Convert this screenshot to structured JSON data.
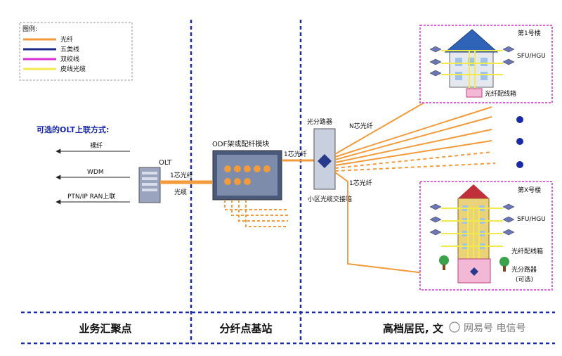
{
  "legend": {
    "title": "图例:",
    "items": [
      {
        "label": "光纤",
        "color": "#f39a3a"
      },
      {
        "label": "五类线",
        "color": "#1a2a8a"
      },
      {
        "label": "双绞线",
        "color": "#d92fd9"
      },
      {
        "label": "皮线光缆",
        "color": "#f2ea4a"
      }
    ]
  },
  "uplink": {
    "title": "可选的OLT上联方式:",
    "options": [
      "裸纤",
      "WDM",
      "PTN/IP RAN上联"
    ]
  },
  "labels": {
    "olt": "OLT",
    "fiber_1core_a": "1芯光纤",
    "cable": "光缆",
    "odf": "ODF架或配纤模块",
    "fiber_1core_b": "1芯光纤",
    "splitter": "光分路器",
    "n_core": "N芯光纤",
    "fiber_1core_c": "1芯光纤",
    "cabinet": "小区光缆交接箱",
    "building1": "第1号楼",
    "sfu1": "SFU/HGU",
    "dist_box1": "光纤配线箱",
    "buildingx": "第X号楼",
    "sfux": "SFU/HGU",
    "dist_boxx": "光纤配线箱",
    "splitter_opt1": "光分路器",
    "splitter_opt2": "(可选)"
  },
  "zones": [
    "业务汇聚点",
    "分纤点基站",
    "高档居民, 文"
  ],
  "watermark": "网易号 电信号"
}
